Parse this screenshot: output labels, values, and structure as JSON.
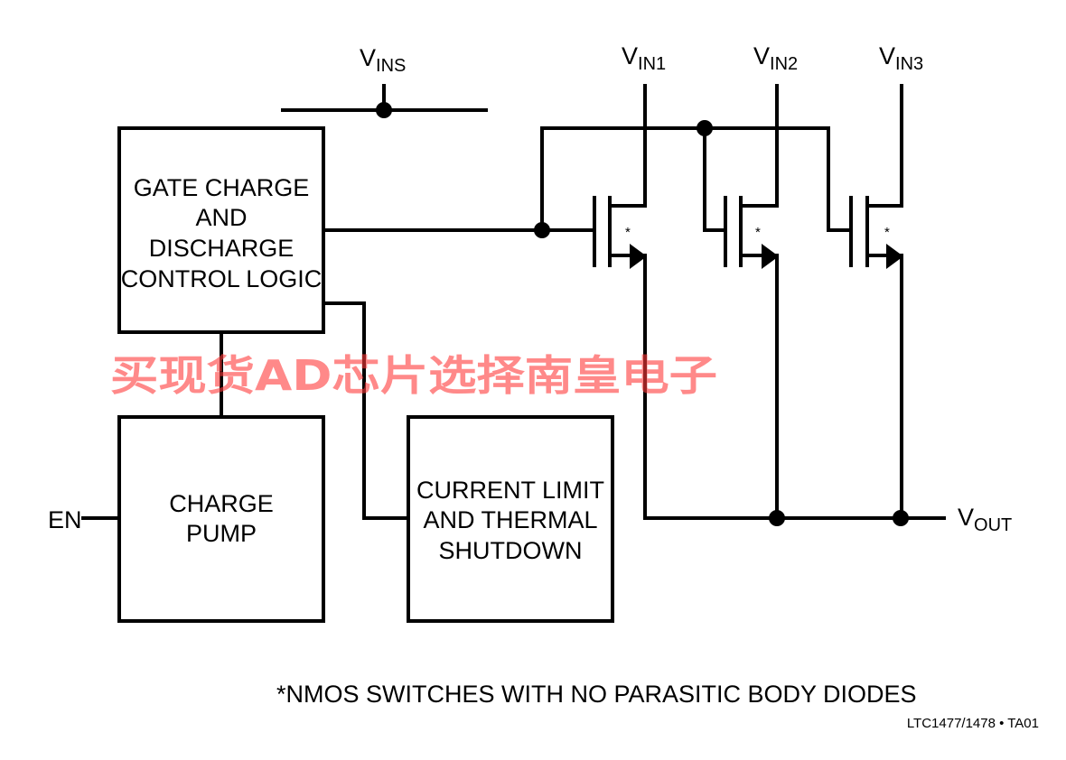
{
  "labels": {
    "vins": {
      "main": "V",
      "sub": "INS"
    },
    "vin1": {
      "main": "V",
      "sub": "IN1"
    },
    "vin2": {
      "main": "V",
      "sub": "IN2"
    },
    "vin3": {
      "main": "V",
      "sub": "IN3"
    },
    "vout": {
      "main": "V",
      "sub": "OUT"
    },
    "en": "EN"
  },
  "blocks": {
    "gate_logic": [
      "GATE CHARGE",
      "AND",
      "DISCHARGE",
      "CONTROL LOGIC"
    ],
    "charge_pump": [
      "CHARGE",
      "PUMP"
    ],
    "current_limit": [
      "CURRENT LIMIT",
      "AND THERMAL",
      "SHUTDOWN"
    ]
  },
  "asterisk": "*",
  "footnote": "*NMOS SWITCHES WITH NO PARASITIC BODY DIODES",
  "figure_id": "LTC1477/1478 • TA01",
  "watermark": "买现货AD芯片选择南皇电子"
}
